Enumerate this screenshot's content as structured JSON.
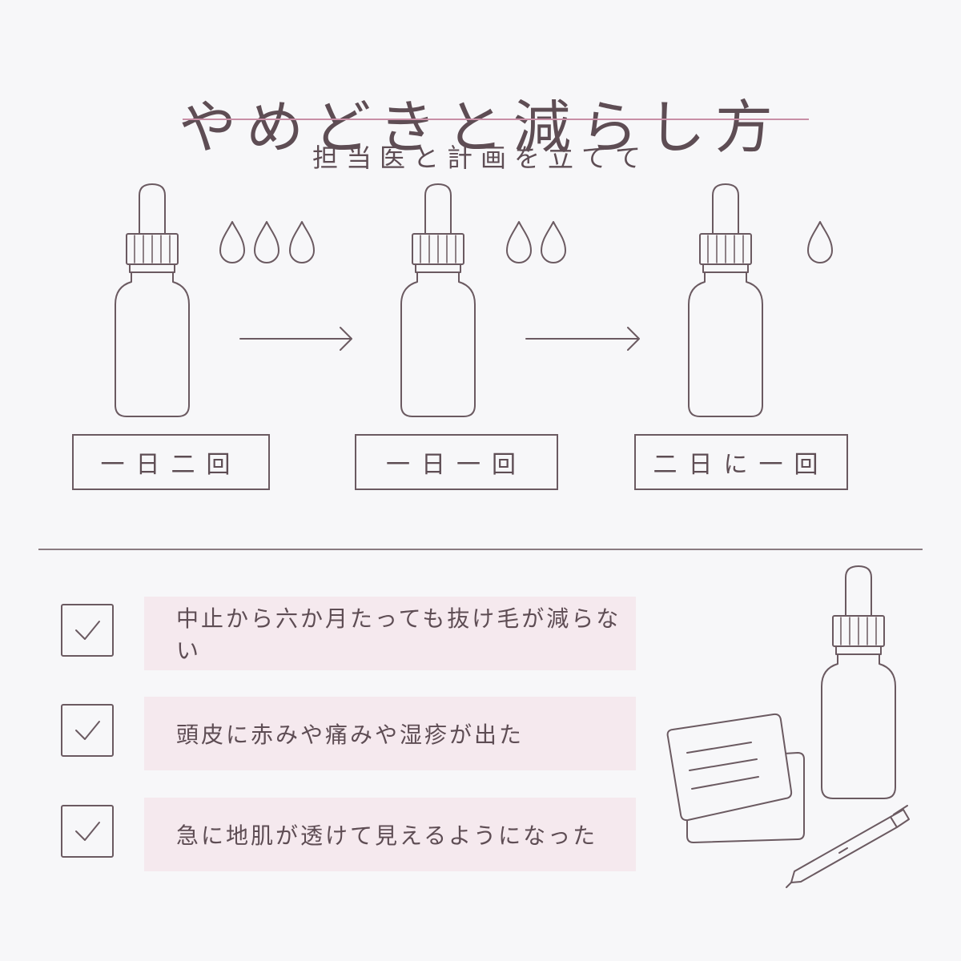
{
  "header": {
    "title": "やめどきと減らし方",
    "subtitle": "担当医と計画を立てて"
  },
  "stages": [
    {
      "label": "一日二回",
      "drops": 3
    },
    {
      "label": "一日一回",
      "drops": 2
    },
    {
      "label": "二日に一回",
      "drops": 1
    }
  ],
  "checklist": [
    {
      "text": "中止から六か月たっても抜け毛が減らない",
      "checked": true
    },
    {
      "text": "頭皮に赤みや痛みや湿疹が出た",
      "checked": true
    },
    {
      "text": "急に地肌が透けて見えるようになった",
      "checked": true
    }
  ],
  "colors": {
    "background": "#f7f7f9",
    "line": "#6b5a61",
    "accent_rule": "#c98fa6",
    "highlight": "#f5e9ee"
  }
}
